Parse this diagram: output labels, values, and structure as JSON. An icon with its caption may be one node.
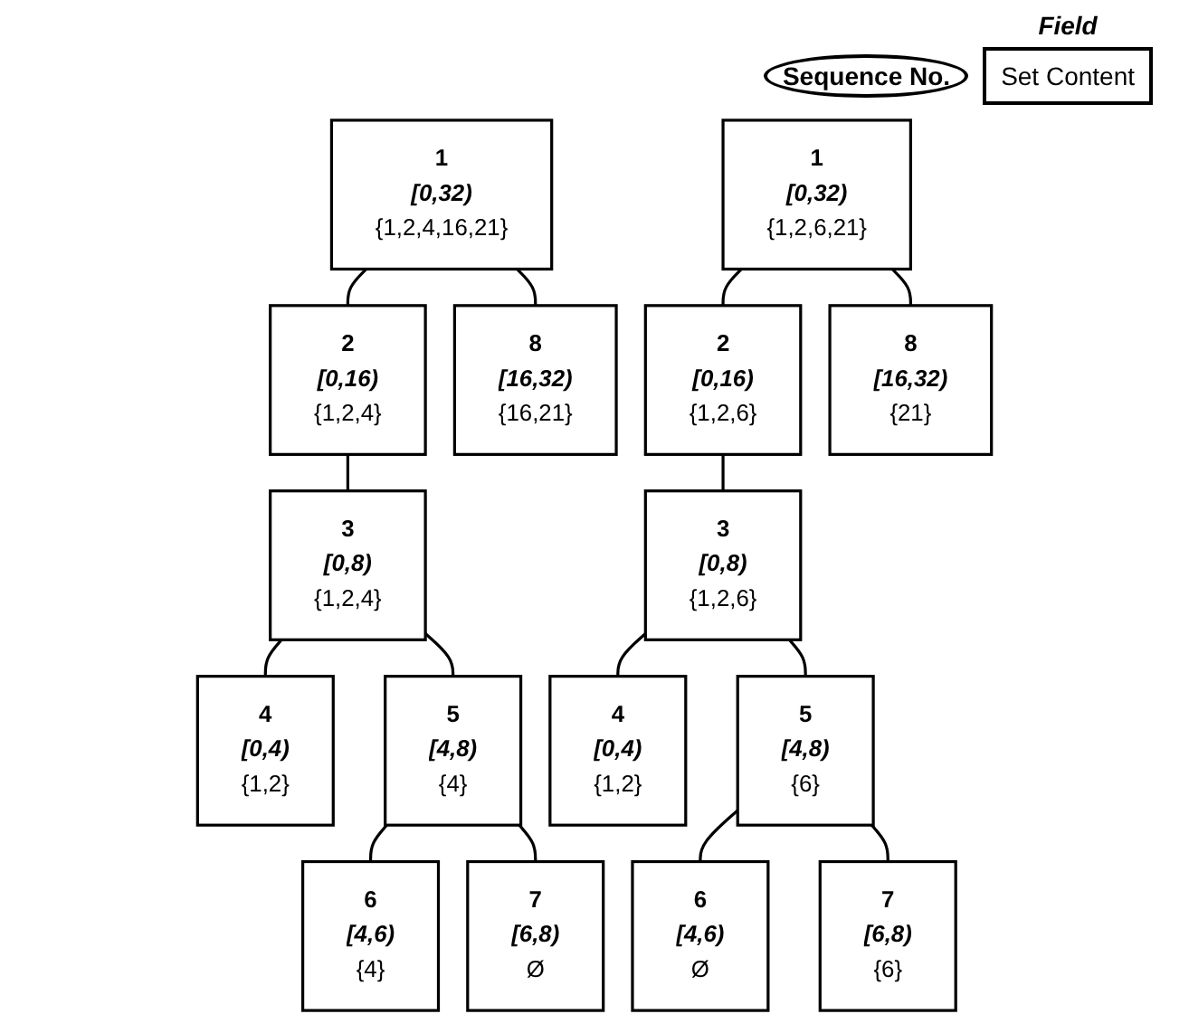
{
  "diagram": {
    "nodes": [
      {
        "text": [
          "1",
          "[0,32)",
          "{1,2,4,16,21}"
        ]
      },
      {
        "text": [
          "2",
          "[0,16)",
          "{1,2,4}"
        ]
      },
      {
        "text": [
          "8",
          "[16,32)",
          "{16,21}"
        ]
      },
      {
        "text": [
          "3",
          "[0,8)",
          "{1,2,4}"
        ]
      },
      {
        "text": [
          "4",
          "[0,4)",
          "{1,2}"
        ]
      },
      {
        "text": [
          "5",
          "[4,8)",
          "{4}"
        ]
      },
      {
        "text": [
          "6",
          "[4,6)",
          "{4}"
        ]
      },
      {
        "text": [
          "7",
          "[6,8)",
          "Ø"
        ]
      },
      {
        "text": [
          "1",
          "[0,32)",
          "{1,2,6,21}"
        ]
      },
      {
        "text": [
          "2",
          "[0,16)",
          "{1,2,6}"
        ]
      },
      {
        "text": [
          "8",
          "[16,32)",
          "{21}"
        ]
      },
      {
        "text": [
          "3",
          "[0,8)",
          "{1,2,6}"
        ]
      },
      {
        "text": [
          "4",
          "[0,4)",
          "{1,2}"
        ]
      },
      {
        "text": [
          "5",
          "[4,8)",
          "{6}"
        ]
      },
      {
        "text": [
          "6",
          "[4,6)",
          "Ø"
        ]
      },
      {
        "text": [
          "7",
          "[6,8)",
          "{6}"
        ]
      }
    ],
    "edges": [
      {
        "from": 0,
        "to": 1,
        "arrow": "none"
      },
      {
        "from": 0,
        "to": 2,
        "arrow": "none"
      },
      {
        "from": 1,
        "to": 3,
        "arrow": "none"
      },
      {
        "from": 3,
        "to": 4,
        "arrow": "none"
      },
      {
        "from": 3,
        "to": 5,
        "arrow": "none"
      },
      {
        "from": 5,
        "to": 6,
        "arrow": "none"
      },
      {
        "from": 5,
        "to": 7,
        "arrow": "none"
      },
      {
        "from": 8,
        "to": 9,
        "arrow": "none"
      },
      {
        "from": 8,
        "to": 10,
        "arrow": "none"
      },
      {
        "from": 9,
        "to": 11,
        "arrow": "none"
      },
      {
        "from": 11,
        "to": 12,
        "arrow": "none"
      },
      {
        "from": 11,
        "to": 13,
        "arrow": "none"
      },
      {
        "from": 13,
        "to": 14,
        "arrow": "none"
      },
      {
        "from": 13,
        "to": 15,
        "arrow": "none"
      }
    ],
    "legend": [
      {
        "text": "Field"
      },
      {
        "text": "Sequence No."
      },
      {
        "text": "Set Content"
      }
    ]
  }
}
